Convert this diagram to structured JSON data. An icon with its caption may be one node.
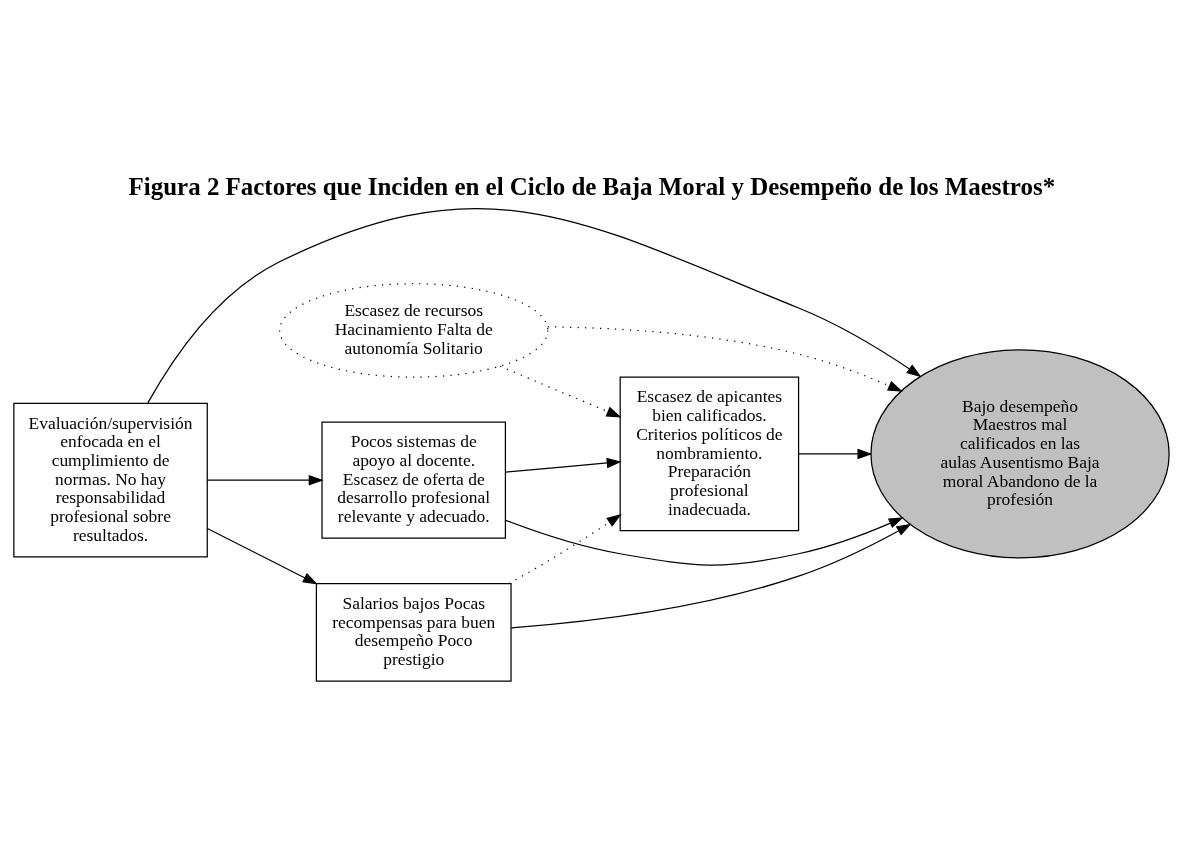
{
  "diagram": {
    "title": "Figura 2 Factores que Inciden en el Ciclo de Baja Moral y Desempeño de los Maestros*",
    "nodes": [
      {
        "text": [
          "Salarios bajos Pocas recompensas para buen desempeño Poco prestigio"
        ]
      },
      {
        "text": [
          "Escasez de apicantes bien calificados. Criterios políticos de nombramiento. Preparación profesional inadecuada."
        ]
      },
      {
        "text": [
          "Bajo desempeño Maestros mal calificados en las aulas Ausentismo Baja moral Abandono de la profesión"
        ]
      },
      {
        "text": [
          "Evaluación/supervisión enfocada en el cumplimiento de normas. No hay responsabilidad profesional sobre resultados."
        ]
      },
      {
        "text": [
          "Escasez de recursos Hacinamiento Falta de autonomía Solitario"
        ]
      },
      {
        "text": [
          "Pocos sistemas de apoyo al docente. Escasez de oferta de desarrollo profesional relevante y adecuado."
        ]
      }
    ],
    "edges": [
      {
        "from": 0,
        "to": 1,
        "arrow": "to",
        "style": "dashed"
      },
      {
        "from": 0,
        "to": 2,
        "arrow": "to"
      },
      {
        "from": 1,
        "to": 2,
        "arrow": "to"
      },
      {
        "from": 3,
        "to": 0,
        "arrow": "to"
      },
      {
        "from": 3,
        "to": 2,
        "arrow": "to"
      },
      {
        "from": 3,
        "to": 5,
        "arrow": "to"
      },
      {
        "from": 5,
        "to": 2,
        "arrow": "to"
      },
      {
        "from": 4,
        "to": 2,
        "arrow": "to",
        "style": "dashed"
      },
      {
        "from": 4,
        "to": 1,
        "arrow": "to",
        "style": "dashed"
      },
      {
        "from": 5,
        "to": 1,
        "arrow": "to"
      }
    ]
  }
}
